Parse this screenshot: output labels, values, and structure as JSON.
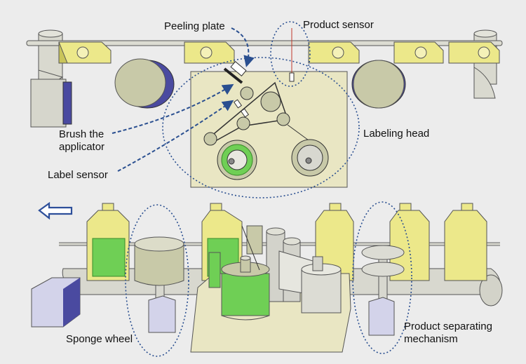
{
  "labels": {
    "peeling_plate": "Peeling plate",
    "product_sensor": "Product sensor",
    "brush_line1": "Brush the",
    "brush_line2": "applicator",
    "labeling_head": "Labeling head",
    "label_sensor": "Label sensor",
    "sponge_wheel": "Sponge wheel",
    "separating_line1": "Product separating",
    "separating_line2": "mechanism"
  },
  "colors": {
    "background": "#ececec",
    "bottle": "#ece88a",
    "bottle_dark": "#c9c45a",
    "plate": "#e9e6c3",
    "roll_green": "#6fcf55",
    "arrow_blue": "#2d4f9a",
    "dotted_blue": "#2a4f90",
    "frame_side": "#4a4aa0"
  },
  "direction_arrow": "left-arrow-icon"
}
